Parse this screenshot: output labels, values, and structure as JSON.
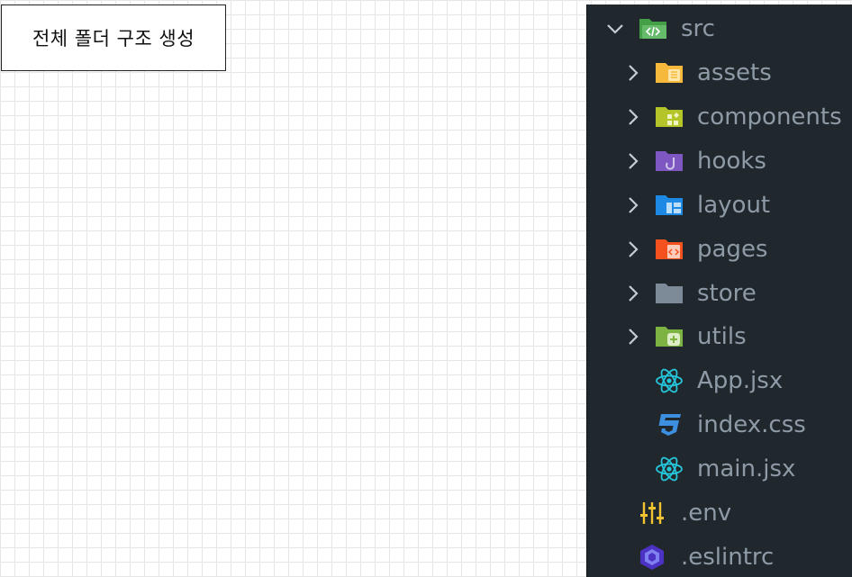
{
  "title": "전체 폴더 구조 생성",
  "explorer": {
    "root": {
      "label": "src",
      "icon": "folder-src-open-icon",
      "color": "#43a047"
    },
    "folders": [
      {
        "label": "assets",
        "icon": "folder-assets-icon",
        "color": "#f6b93b"
      },
      {
        "label": "components",
        "icon": "folder-components-icon",
        "color": "#b4c52a"
      },
      {
        "label": "hooks",
        "icon": "folder-hooks-icon",
        "color": "#7e57c2"
      },
      {
        "label": "layout",
        "icon": "folder-layout-icon",
        "color": "#1e88e5"
      },
      {
        "label": "pages",
        "icon": "folder-pages-icon",
        "color": "#f4511e"
      },
      {
        "label": "store",
        "icon": "folder-store-icon",
        "color": "#7d8b98"
      },
      {
        "label": "utils",
        "icon": "folder-utils-icon",
        "color": "#7cb342"
      }
    ],
    "files": [
      {
        "label": "App.jsx",
        "icon": "react-icon",
        "color": "#26c6da"
      },
      {
        "label": "index.css",
        "icon": "css-icon",
        "color": "#3d8fe0"
      },
      {
        "label": "main.jsx",
        "icon": "react-icon",
        "color": "#26c6da"
      }
    ],
    "root_files": [
      {
        "label": ".env",
        "icon": "env-settings-icon",
        "color": "#f4c430"
      },
      {
        "label": ".eslintrc",
        "icon": "eslint-icon",
        "color": "#4b32c3"
      }
    ],
    "text_color": "#8e9aa6",
    "background": "#20282e"
  }
}
